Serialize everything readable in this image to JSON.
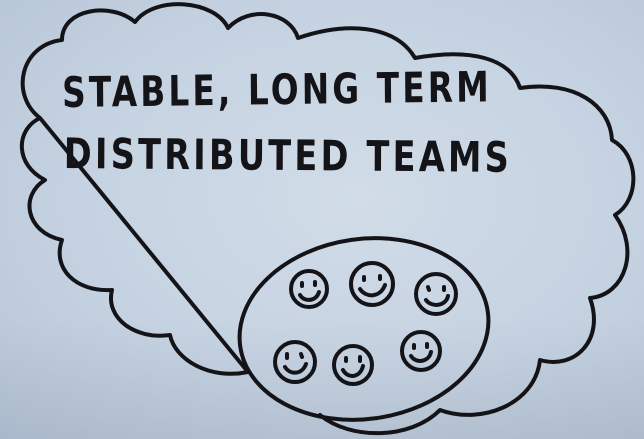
{
  "sketch": {
    "headline_line1": "STABLE, LONG TERM",
    "headline_line2": "DISTRIBUTED TEAMS",
    "team_member_count": 6,
    "ink_color": "#141418",
    "paper_color": "#c5d2e1"
  }
}
